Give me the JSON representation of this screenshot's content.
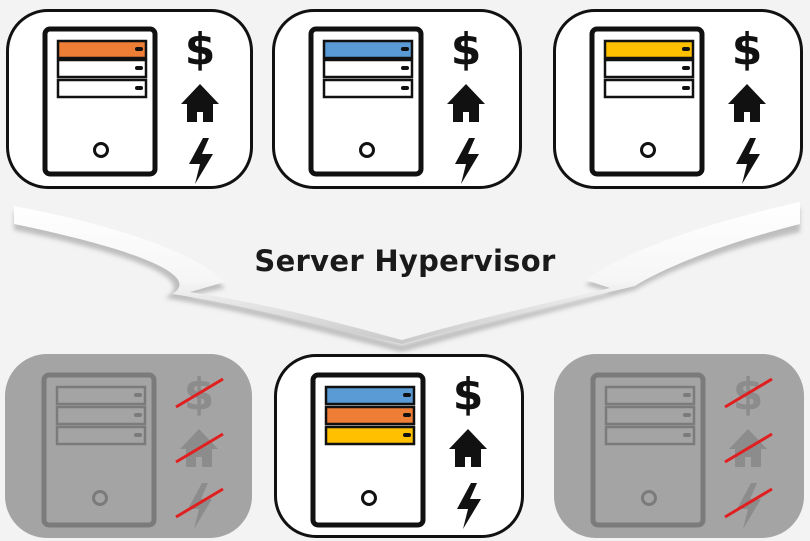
{
  "caption": "Server Hypervisor",
  "icons": {
    "money": "dollar-sign-icon",
    "building": "house-icon",
    "power": "lightning-bolt-icon"
  },
  "colors": {
    "orange": "#ee7e36",
    "blue": "#5b9bd5",
    "yellow": "#ffc000",
    "outline": "#111111",
    "faded_card": "#a4a4a4",
    "faded_stroke": "#777777",
    "strike": "#e02020"
  },
  "before_servers": [
    {
      "id": "server-1",
      "slot_color": "orange"
    },
    {
      "id": "server-2",
      "slot_color": "blue"
    },
    {
      "id": "server-3",
      "slot_color": "yellow"
    }
  ],
  "after_servers": [
    {
      "id": "decommissioned-left",
      "active": false
    },
    {
      "id": "consolidated",
      "active": true,
      "slot_colors": [
        "blue",
        "orange",
        "yellow"
      ]
    },
    {
      "id": "decommissioned-right",
      "active": false
    }
  ]
}
